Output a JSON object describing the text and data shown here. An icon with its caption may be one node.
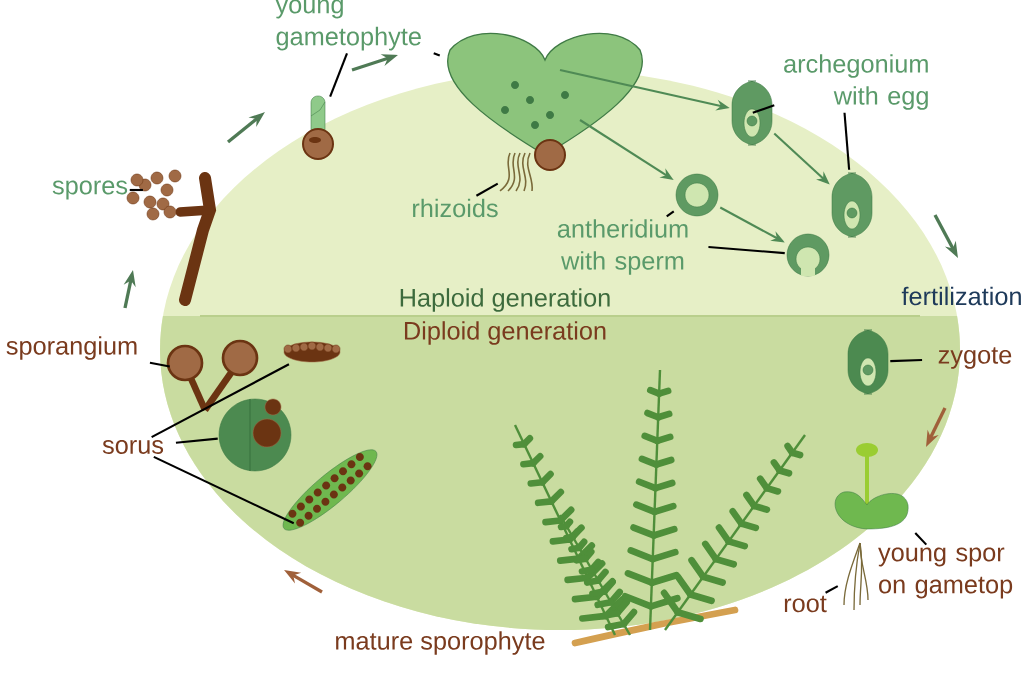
{
  "diagram": {
    "nodes": [
      {
        "text": [
          "young gametophyte"
        ]
      },
      {
        "text": [],
        "shape": "picture"
      },
      {
        "text": [],
        "shape": "picture"
      },
      {
        "text": [
          "spores"
        ]
      },
      {
        "text": [],
        "shape": "picture"
      },
      {
        "text": [
          "rhizoids"
        ]
      },
      {
        "text": [],
        "shape": "picture"
      },
      {
        "text": [
          "archegonium with egg"
        ]
      },
      {
        "text": [],
        "shape": "picture"
      },
      {
        "text": [],
        "shape": "picture"
      },
      {
        "text": [
          "antheridium with sperm"
        ]
      },
      {
        "text": [],
        "shape": "picture"
      },
      {
        "text": [],
        "shape": "picture"
      },
      {
        "text": [
          "sporangium"
        ]
      },
      {
        "text": [],
        "shape": "picture"
      },
      {
        "text": [
          "zygote"
        ]
      },
      {
        "text": [],
        "shape": "picture"
      },
      {
        "text": [
          "sorus"
        ]
      },
      {
        "text": [],
        "shape": "picture"
      },
      {
        "text": [],
        "shape": "picture"
      },
      {
        "text": [],
        "shape": "picture"
      },
      {
        "text": [],
        "shape": "picture"
      },
      {
        "text": [
          "young spor on gametop"
        ]
      },
      {
        "text": [],
        "shape": "picture"
      },
      {
        "text": [
          "root"
        ]
      },
      {
        "text": [],
        "shape": "picture"
      }
    ],
    "edges": [
      {
        "from": 0,
        "to": 1,
        "arrow": "none"
      },
      {
        "from": 0,
        "to": 2,
        "arrow": "none"
      },
      {
        "from": 3,
        "to": 4,
        "arrow": "none"
      },
      {
        "from": 5,
        "to": 6,
        "arrow": "none"
      },
      {
        "from": 7,
        "to": 8,
        "arrow": "none"
      },
      {
        "from": 7,
        "to": 9,
        "arrow": "none"
      },
      {
        "from": 10,
        "to": 11,
        "arrow": "none"
      },
      {
        "from": 10,
        "to": 12,
        "arrow": "none"
      },
      {
        "from": 13,
        "to": 14,
        "arrow": "none"
      },
      {
        "from": 15,
        "to": 16,
        "arrow": "none"
      },
      {
        "from": 17,
        "to": 18,
        "arrow": "none"
      },
      {
        "from": 17,
        "to": 19,
        "arrow": "none"
      },
      {
        "from": 17,
        "to": 20,
        "arrow": "none"
      },
      {
        "from": 22,
        "to": 23,
        "arrow": "none"
      },
      {
        "from": 24,
        "to": 25,
        "arrow": "none"
      },
      {
        "from": 2,
        "to": 8,
        "arrow": "to",
        "color": "#4f8a55"
      },
      {
        "from": 2,
        "to": 11,
        "arrow": "to",
        "color": "#4f8a55"
      },
      {
        "from": 8,
        "to": 9,
        "arrow": "to",
        "color": "#4f8a55"
      },
      {
        "from": 11,
        "to": 12,
        "arrow": "to",
        "color": "#4f8a55"
      }
    ],
    "labels": [
      "Haploid generation",
      "Diploid generation",
      "fertilization",
      "mature sporophyte"
    ]
  }
}
